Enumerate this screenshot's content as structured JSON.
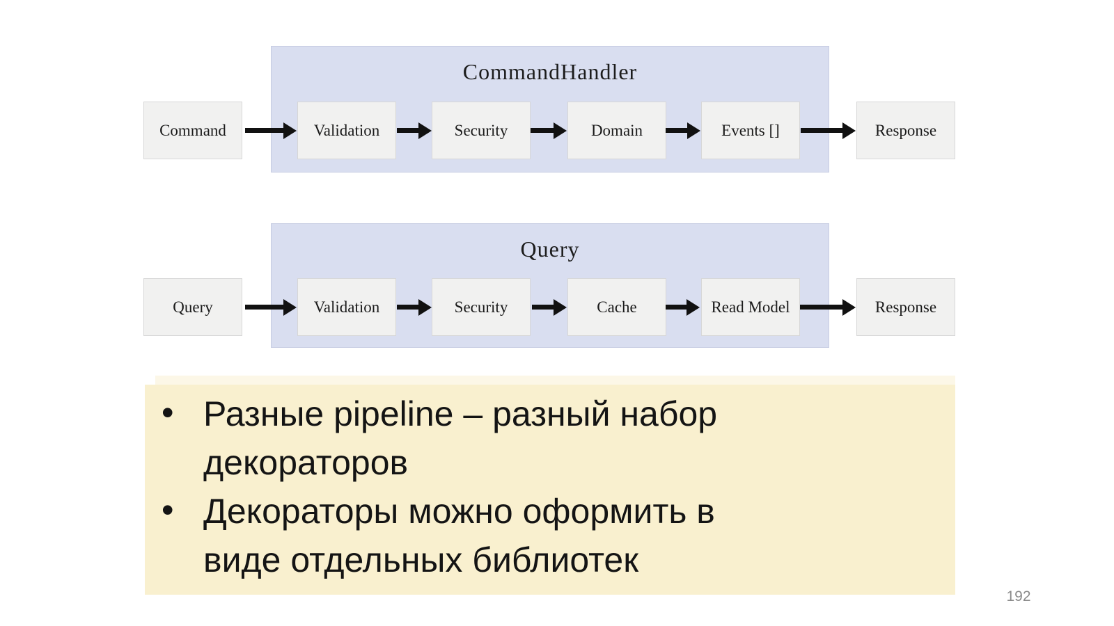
{
  "slide": {
    "page_number": "192"
  },
  "colors": {
    "slide_bg": "#ffffff",
    "container_fill": "#d9def0",
    "container_border": "#c6cce2",
    "node_fill": "#f1f1f0",
    "node_border": "#d7d7d7",
    "note_fill": "#f9f0cf",
    "arrow": "#111111",
    "page_number_gray": "#8a8a8a"
  },
  "command_pipeline": {
    "title": "CommandHandler",
    "input": "Command",
    "stages": [
      "Validation",
      "Security",
      "Domain",
      "Events []"
    ],
    "output": "Response"
  },
  "query_pipeline": {
    "title": "Query",
    "input": "Query",
    "stages": [
      "Validation",
      "Security",
      "Cache",
      "Read Model"
    ],
    "output": "Response"
  },
  "notes": {
    "bullet_char": "•",
    "bullets": [
      {
        "lines": [
          "Разные pipeline – разный набор",
          "декораторов"
        ]
      },
      {
        "lines": [
          "Декораторы можно оформить в",
          "виде отдельных библиотек"
        ]
      }
    ]
  }
}
